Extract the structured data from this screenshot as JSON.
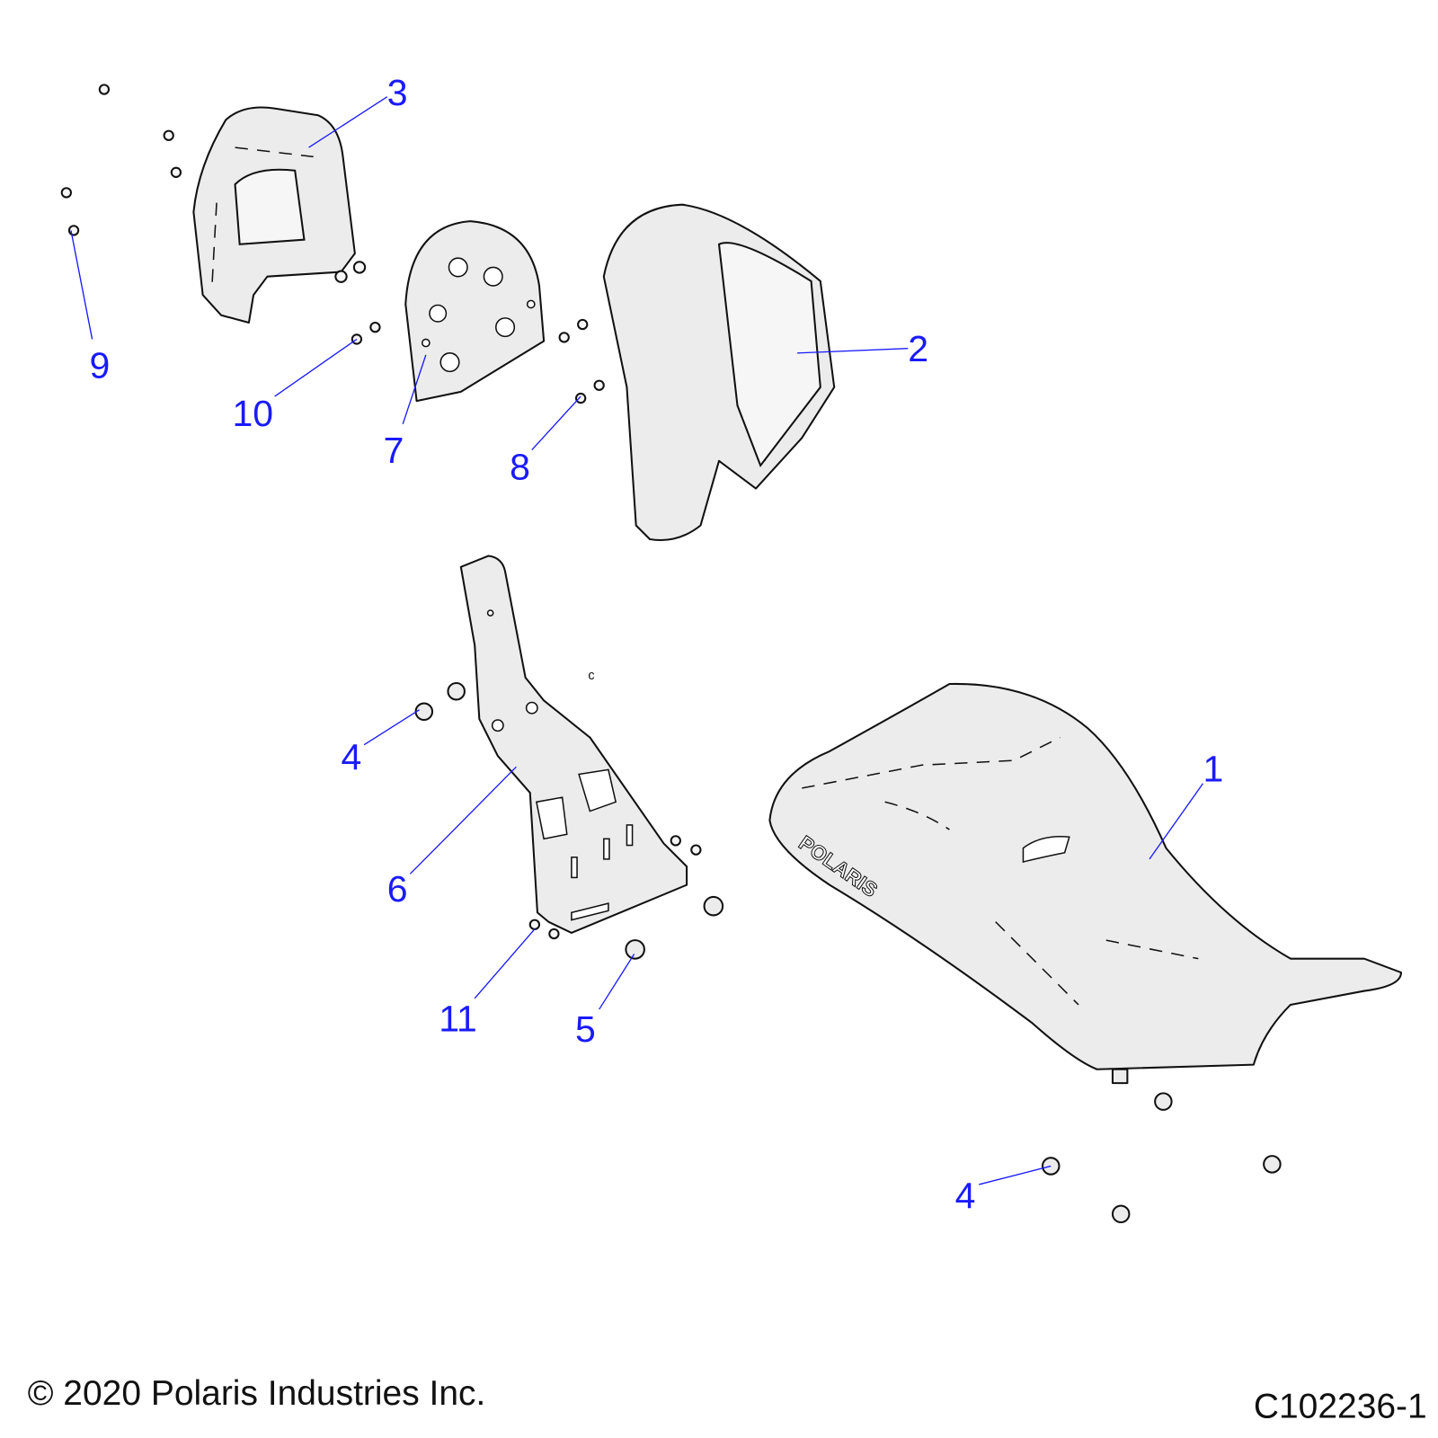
{
  "diagram": {
    "callouts": {
      "c1": "1",
      "c2": "2",
      "c3": "3",
      "c4a": "4",
      "c4b": "4",
      "c5": "5",
      "c6": "6",
      "c7": "7",
      "c8": "8",
      "c9": "9",
      "c10": "10",
      "c11": "11"
    },
    "logo_text": "POLARIS",
    "copyright": "© 2020 Polaris Industries Inc.",
    "figure_id": "C102236-1",
    "colors": {
      "callout": "#1a1aff",
      "part_fill": "#ececec"
    }
  }
}
